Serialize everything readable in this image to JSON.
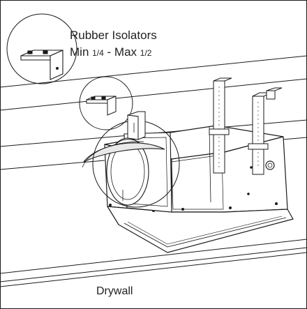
{
  "callout": {
    "title": "Rubber Isolators",
    "range_prefix": "Min ",
    "min_value": "1/4",
    "range_sep": " - Max ",
    "max_value": "1/2"
  },
  "surface_label": "Drywall",
  "colors": {
    "line": "#1a1a1a",
    "background": "#ffffff",
    "shade": "#e9e9e9"
  }
}
